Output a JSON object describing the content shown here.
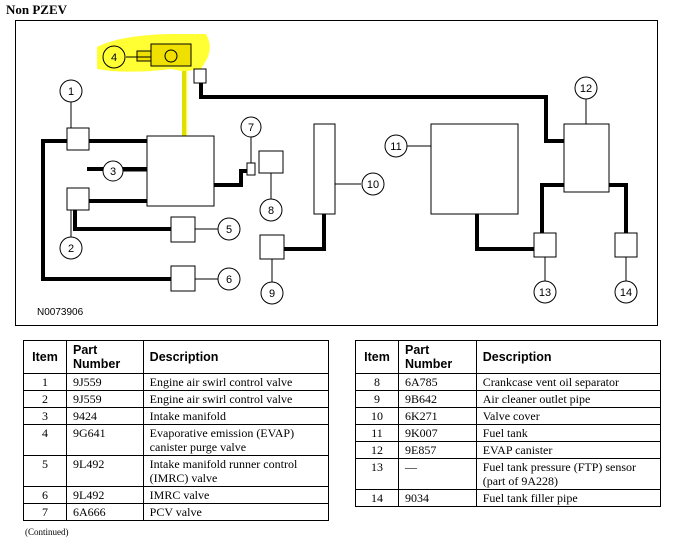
{
  "title": "Non PZEV",
  "diagram": {
    "figure_id": "N0073906",
    "callouts": [
      "1",
      "2",
      "3",
      "4",
      "5",
      "6",
      "7",
      "8",
      "9",
      "10",
      "11",
      "12",
      "13",
      "14"
    ]
  },
  "table_headers": {
    "item": "Item",
    "part_number": "Part Number",
    "description": "Description"
  },
  "table_left": [
    {
      "item": "1",
      "part": "9J559",
      "desc": "Engine air swirl control valve"
    },
    {
      "item": "2",
      "part": "9J559",
      "desc": "Engine air swirl control valve"
    },
    {
      "item": "3",
      "part": "9424",
      "desc": "Intake manifold"
    },
    {
      "item": "4",
      "part": "9G641",
      "desc": "Evaporative emission (EVAP) canister purge valve"
    },
    {
      "item": "5",
      "part": "9L492",
      "desc": "Intake manifold runner control (IMRC) valve"
    },
    {
      "item": "6",
      "part": "9L492",
      "desc": "IMRC valve"
    },
    {
      "item": "7",
      "part": "6A666",
      "desc": "PCV valve"
    }
  ],
  "table_right": [
    {
      "item": "8",
      "part": "6A785",
      "desc": "Crankcase vent oil separator"
    },
    {
      "item": "9",
      "part": "9B642",
      "desc": "Air cleaner outlet pipe"
    },
    {
      "item": "10",
      "part": "6K271",
      "desc": "Valve cover"
    },
    {
      "item": "11",
      "part": "9K007",
      "desc": "Fuel tank"
    },
    {
      "item": "12",
      "part": "9E857",
      "desc": "EVAP canister"
    },
    {
      "item": "13",
      "part": "—",
      "desc": "Fuel tank pressure (FTP) sensor (part of 9A228)"
    },
    {
      "item": "14",
      "part": "9034",
      "desc": "Fuel tank filler pipe"
    }
  ],
  "continued": "(Continued)"
}
